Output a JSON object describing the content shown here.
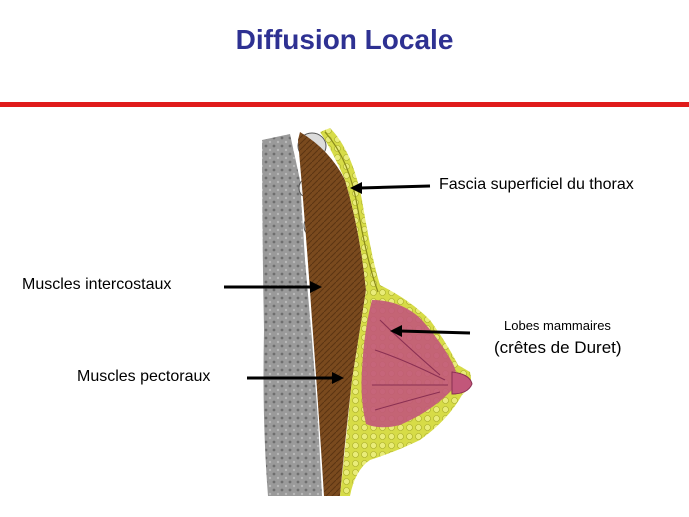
{
  "title": "Diffusion Locale",
  "colors": {
    "title": "#2e3192",
    "rule": "#e01b1b",
    "muscle": "#7a4a1e",
    "fascia": "#c8d23a",
    "lobes": "#c2577a",
    "bone": "#8a8a8a"
  },
  "labels": {
    "fascia": "Fascia superficiel du thorax",
    "intercostal": "Muscles intercostaux",
    "pectoral": "Muscles pectoraux",
    "lobes_line1": "Lobes mammaires",
    "lobes_line2": "(crêtes de Duret)"
  }
}
